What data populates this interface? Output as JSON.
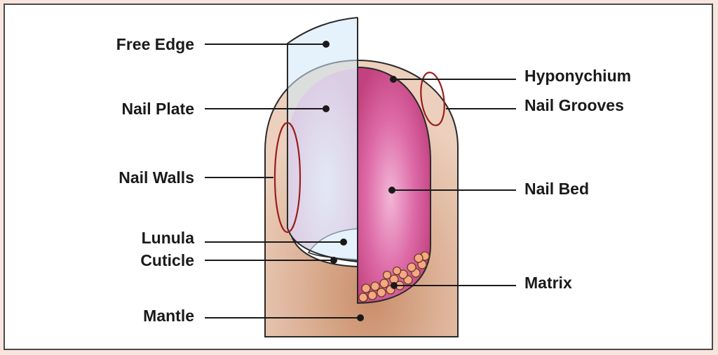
{
  "labels_left": {
    "free_edge": "Free Edge",
    "nail_plate": "Nail Plate",
    "nail_walls": "Nail Walls",
    "lunula": "Lunula",
    "cuticle": "Cuticle",
    "mantle": "Mantle"
  },
  "labels_right": {
    "hyponychium": "Hyponychium",
    "nail_grooves": "Nail Grooves",
    "nail_bed": "Nail Bed",
    "matrix": "Matrix"
  },
  "colors": {
    "page_background": "#f8e6de",
    "skin": "#e6c1a8",
    "nail_plate": "#d7edf9",
    "nail_bed_pink": "#d9559a",
    "highlight_ellipse": "#9b1c1c",
    "matrix_cells": "#f4a983"
  }
}
